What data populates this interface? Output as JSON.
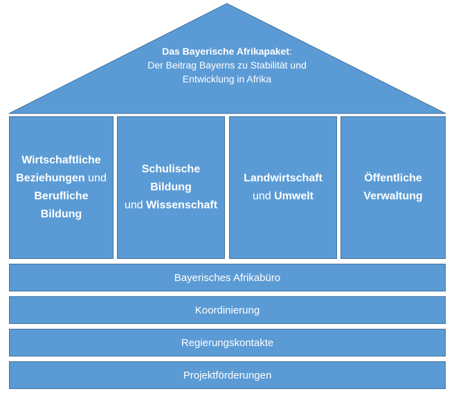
{
  "roof": {
    "title": "Das Bayerische Afrikapaket",
    "title_colon": ":",
    "line2": "Der Beitrag Bayerns zu Stabilität und",
    "line3": "Entwicklung in Afrika"
  },
  "pillars": [
    {
      "l1": "Wirtschaftliche",
      "l2a": "Beziehungen",
      "l2b": " und",
      "l3": "Berufliche",
      "l4": "Bildung"
    },
    {
      "l1": "Schulische Bildung",
      "l2a": "und ",
      "l2b": "Wissenschaft"
    },
    {
      "l1": "Landwirtschaft",
      "l2a": "und ",
      "l2b": "Umwelt"
    },
    {
      "l1": "Öffentliche",
      "l2": "Verwaltung"
    }
  ],
  "bands": [
    "Bayerisches Afrikabüro",
    "Koordinierung",
    "Regierungskontakte",
    "Projektförderungen"
  ],
  "colors": {
    "fill": "#5b9bd5",
    "stroke": "#41719c",
    "text": "#ffffff"
  }
}
